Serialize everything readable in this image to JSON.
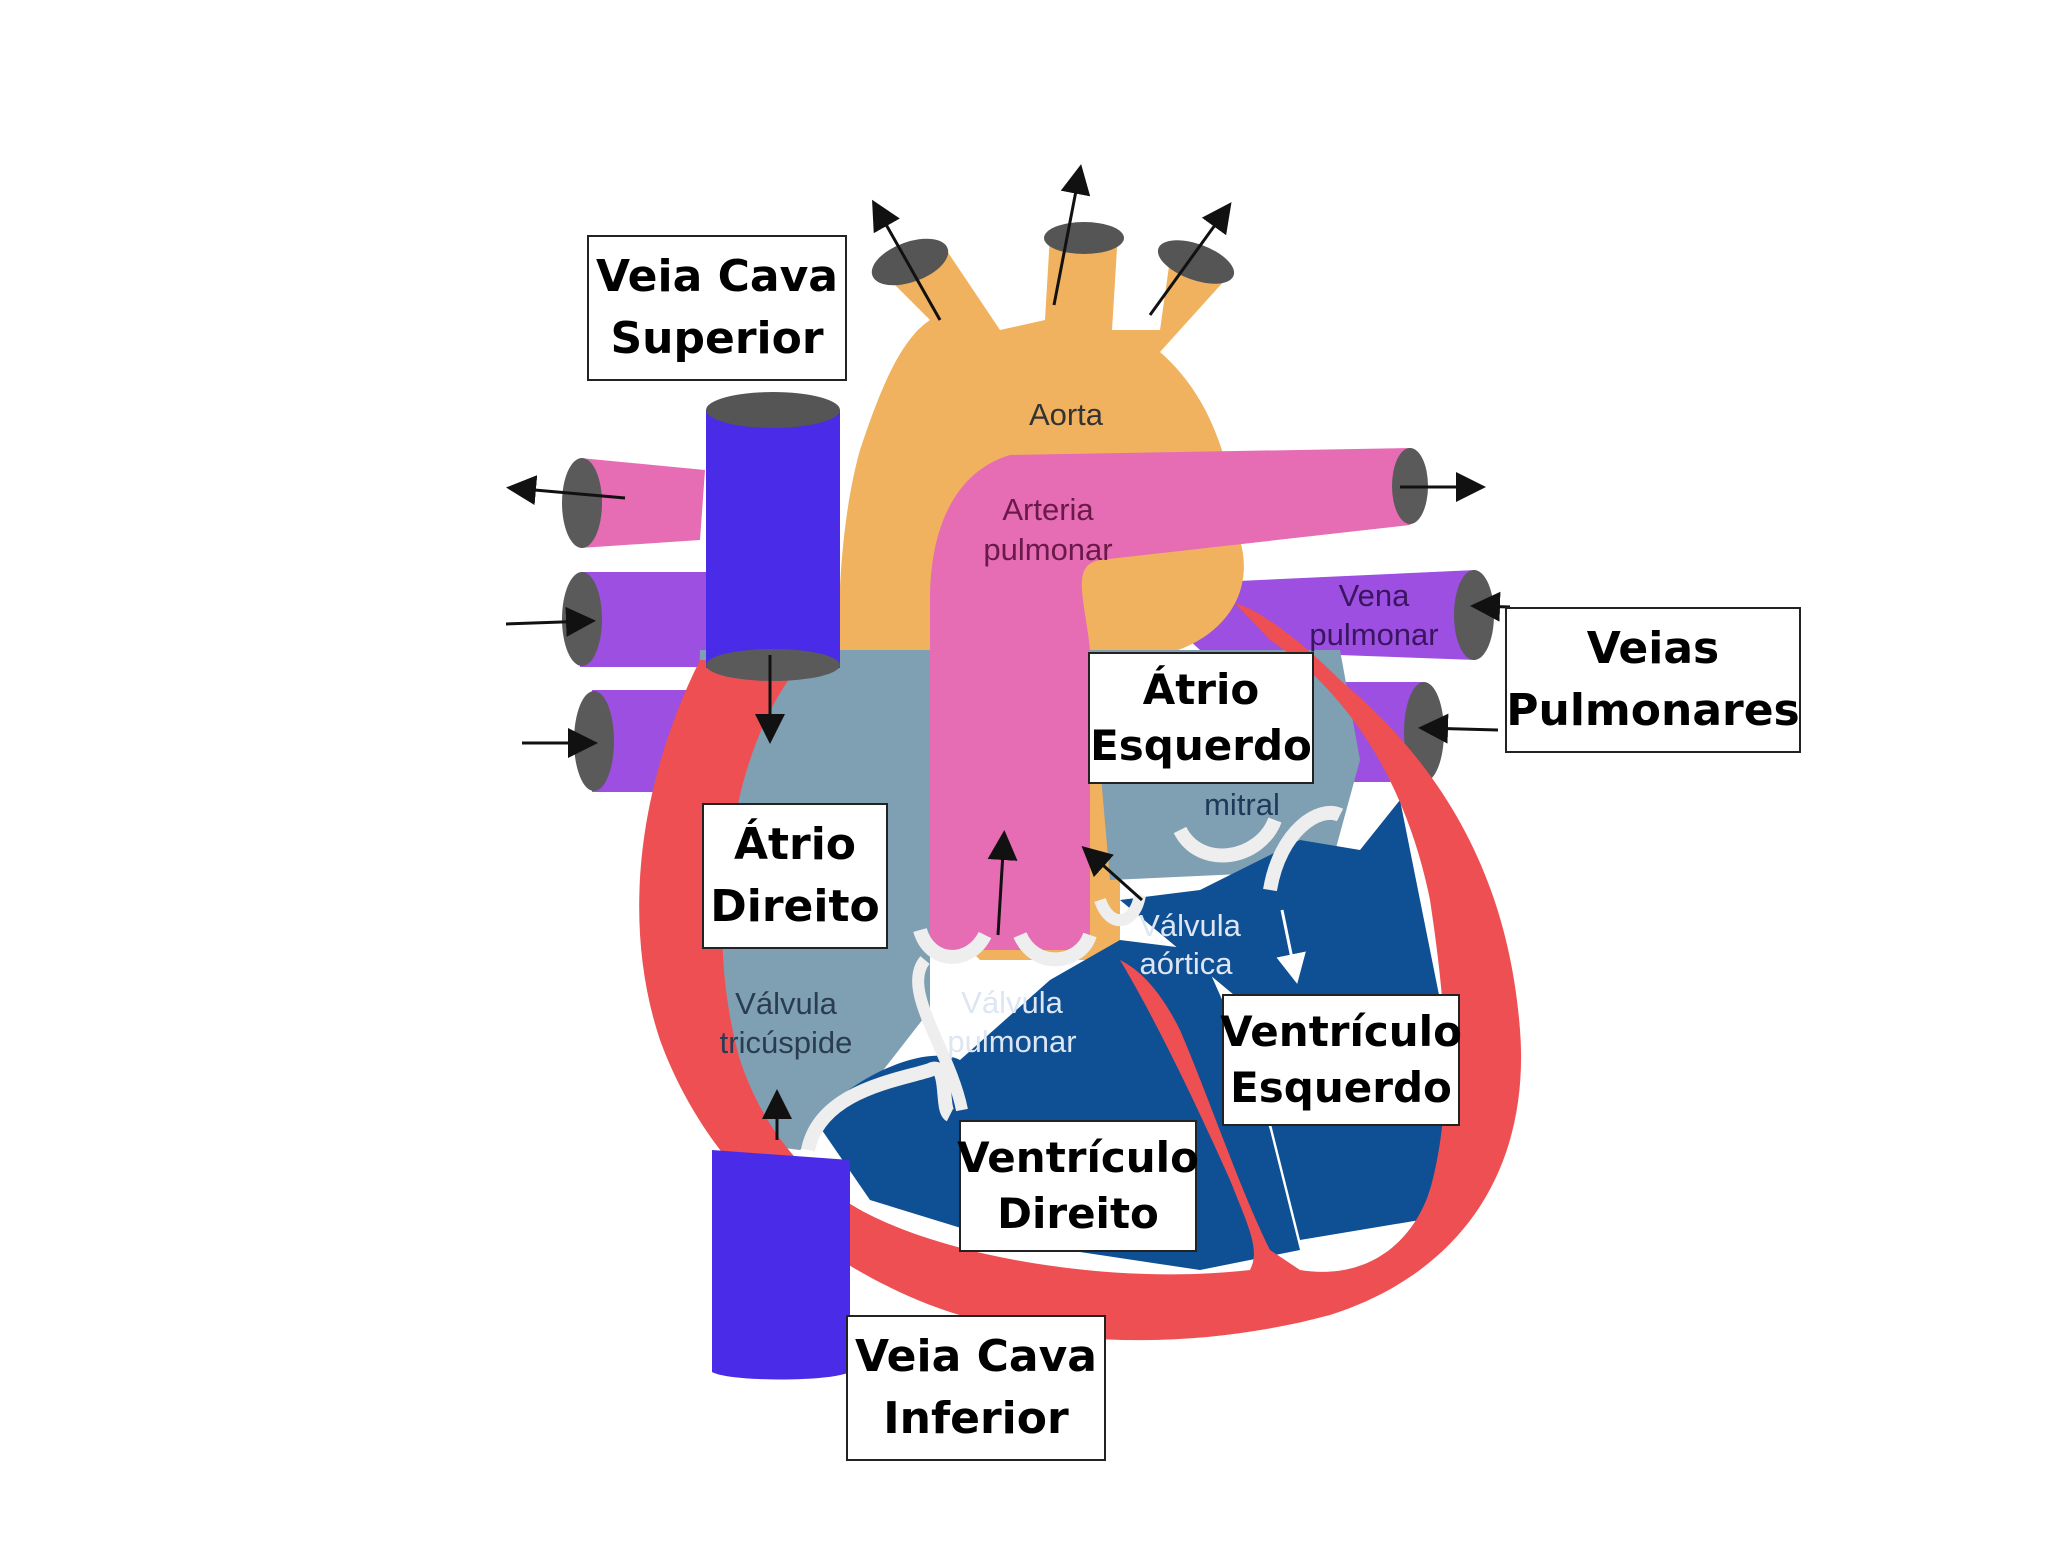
{
  "colors": {
    "aorta": "#F0B25E",
    "pulmonary_artery": "#E66CB4",
    "pulmonary_vein": "#9C4FE0",
    "vena_cava": "#4A2BE8",
    "atrium": "#7F9FB2",
    "ventricle": "#0F4F94",
    "myocardium": "#EE4F52",
    "arrow": "#111111"
  },
  "labels": {
    "aorta": "Aorta",
    "arteria_line1": "Arteria",
    "arteria_line2": "pulmonar",
    "vena_line1": "Vena",
    "vena_line2": "pulmonar",
    "mitral": "mitral",
    "valvula_aortica_line1": "Válvula",
    "valvula_aortica_line2": "aórtica",
    "valvula_pulmonar_line1": "Válvula",
    "valvula_pulmonar_line2": "pulmonar",
    "valvula_tricuspide_line1": "Válvula",
    "valvula_tricuspide_line2": "tricúspide"
  },
  "callouts": {
    "veia_cava_superior": [
      "Veia Cava",
      "Superior"
    ],
    "veias_pulmonares": [
      "Veias",
      "Pulmonares"
    ],
    "atrio_esquerdo": [
      "Átrio",
      "Esquerdo"
    ],
    "atrio_direito": [
      "Átrio",
      "Direito"
    ],
    "ventriculo_esquerdo": [
      "Ventrículo",
      "Esquerdo"
    ],
    "ventriculo_direito": [
      "Ventrículo",
      "Direito"
    ],
    "veia_cava_inferior": [
      "Veia Cava",
      "Inferior"
    ]
  }
}
